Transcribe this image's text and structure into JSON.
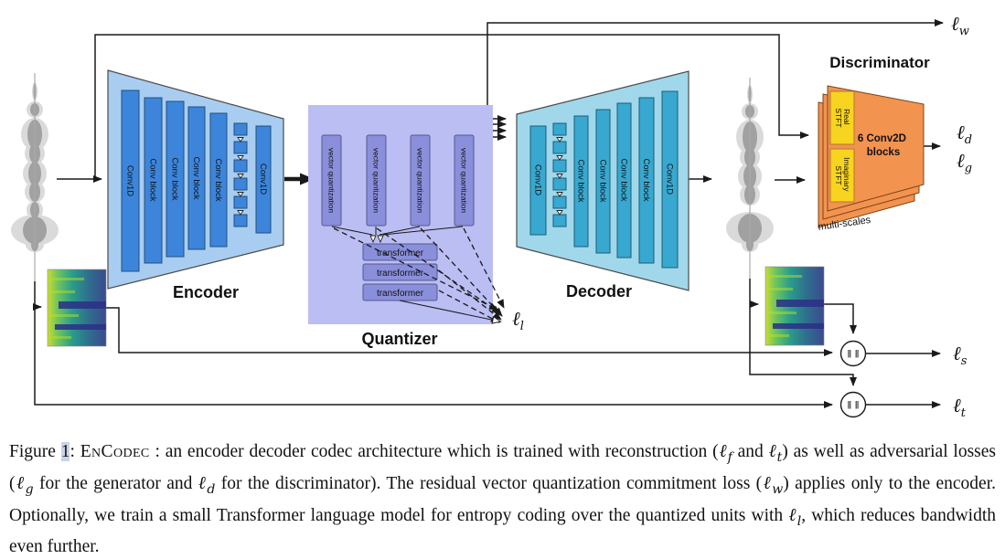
{
  "figure": {
    "encoder": {
      "title": "Encoder",
      "conv1d": "Conv1D",
      "conv_block": "Conv block"
    },
    "decoder": {
      "title": "Decoder",
      "conv1d": "Conv1D",
      "conv_block": "Conv block"
    },
    "quantizer": {
      "title": "Quantizer",
      "vq": "vector quantization",
      "transformer": "transformer"
    },
    "discriminator": {
      "title": "Discriminator",
      "real_line1": "Real",
      "real_line2": "STFT",
      "imag_line1": "Imaginary",
      "imag_line2": "STFT",
      "body_line1": "6 Conv2D",
      "body_line2": "blocks",
      "multiscales": "multi-scales"
    },
    "losses": {
      "symbol": "ℓ",
      "w": "w",
      "d": "d",
      "g": "g",
      "l": "l",
      "s": "s",
      "t": "t"
    },
    "norm": "‖ ‖"
  },
  "colors": {
    "encoder_fill": "#A8CDF0",
    "encoder_bar": "#3C85DB",
    "decoder_fill": "#A0D7EA",
    "decoder_bar": "#38A8D0",
    "quantizer_fill": "#BBBEF3",
    "quantizer_bar": "#8A8FDB",
    "discriminator_fill": "#F29350",
    "stft_fill": "#F6D420",
    "encoder_label": "#4C9BE8",
    "decoder_label": "#5FC3EA",
    "quantizer_label": "#7F83E0",
    "discriminator_label": "#F7954D"
  },
  "caption": {
    "segments": [
      {
        "t": "Figure "
      },
      {
        "t": "1",
        "c": "hl"
      },
      {
        "t": ": "
      },
      {
        "t": "EnCodec",
        "c": "sc"
      },
      {
        "t": " : an encoder decoder codec architecture which is trained with reconstruction ("
      },
      {
        "t": "ℓ",
        "c": "m"
      },
      {
        "t": "f",
        "c": "sub"
      },
      {
        "t": " and "
      },
      {
        "t": "ℓ",
        "c": "m"
      },
      {
        "t": "t",
        "c": "sub"
      },
      {
        "t": ") as well as adversarial losses ("
      },
      {
        "t": "ℓ",
        "c": "m"
      },
      {
        "t": "g",
        "c": "sub"
      },
      {
        "t": " for the generator and "
      },
      {
        "t": "ℓ",
        "c": "m"
      },
      {
        "t": "d",
        "c": "sub"
      },
      {
        "t": " for the discriminator). The residual vector quantization commitment loss ("
      },
      {
        "t": "ℓ",
        "c": "m"
      },
      {
        "t": "w",
        "c": "sub"
      },
      {
        "t": ") applies only to the encoder. Optionally, we train a small Transformer language model for entropy coding over the quantized units with "
      },
      {
        "t": "ℓ",
        "c": "m"
      },
      {
        "t": "l",
        "c": "sub"
      },
      {
        "t": ", which reduces bandwidth even further."
      }
    ]
  }
}
